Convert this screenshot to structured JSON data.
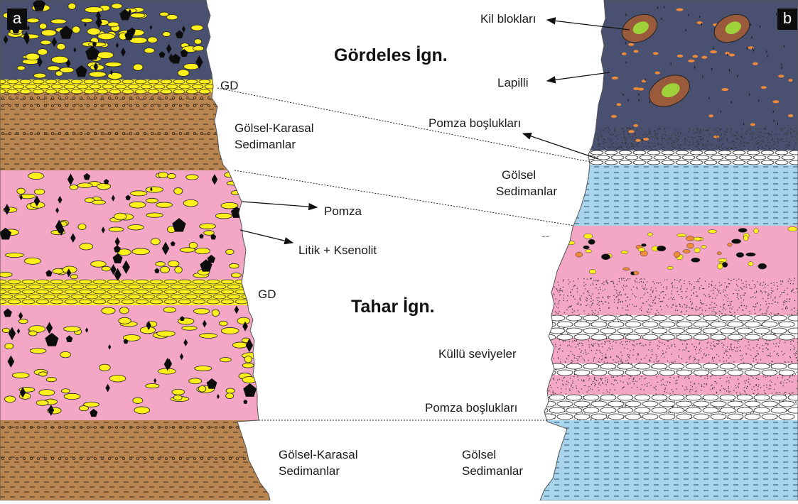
{
  "panels": {
    "a": {
      "badge": "a"
    },
    "b": {
      "badge": "b"
    }
  },
  "titles": {
    "upper": "Gördeles İgn.",
    "lower": "Tahar İgn."
  },
  "labels_a": {
    "gd_upper": "GD",
    "gd_lower": "GD",
    "pomza": "Pomza",
    "litik": "Litik + Ksenolit",
    "golsel_karasal_upper_1": "Gölsel-Karasal",
    "golsel_karasal_upper_2": "Sedimanlar",
    "golsel_karasal_lower_1": "Gölsel-Karasal",
    "golsel_karasal_lower_2": "Sedimanlar"
  },
  "labels_b": {
    "kil_bloklari": "Kil blokları",
    "lapilli": "Lapilli",
    "pomza_bosluklari_upper": "Pomza boşlukları",
    "golsel_upper_1": "Gölsel",
    "golsel_upper_2": "Sedimanlar",
    "dash": "--",
    "kullu_seviyeler": "Küllü seviyeler",
    "pomza_bosluklari_lower": "Pomza boşlukları",
    "golsel_lower_1": "Gölsel",
    "golsel_lower_2": "Sedimanlar"
  },
  "colors": {
    "dark_tuff": "#4a5170",
    "sediment_brown": "#b98550",
    "pink_tuff": "#f3a7c4",
    "lake_blue": "#a8d5ec",
    "pumice_yellow": "#ffef1a",
    "clay_block": "#9a5a3c",
    "clay_core": "#9fd23a",
    "lapilli_orange": "#ef8a3a",
    "lithic_black": "#0d0d0d"
  }
}
